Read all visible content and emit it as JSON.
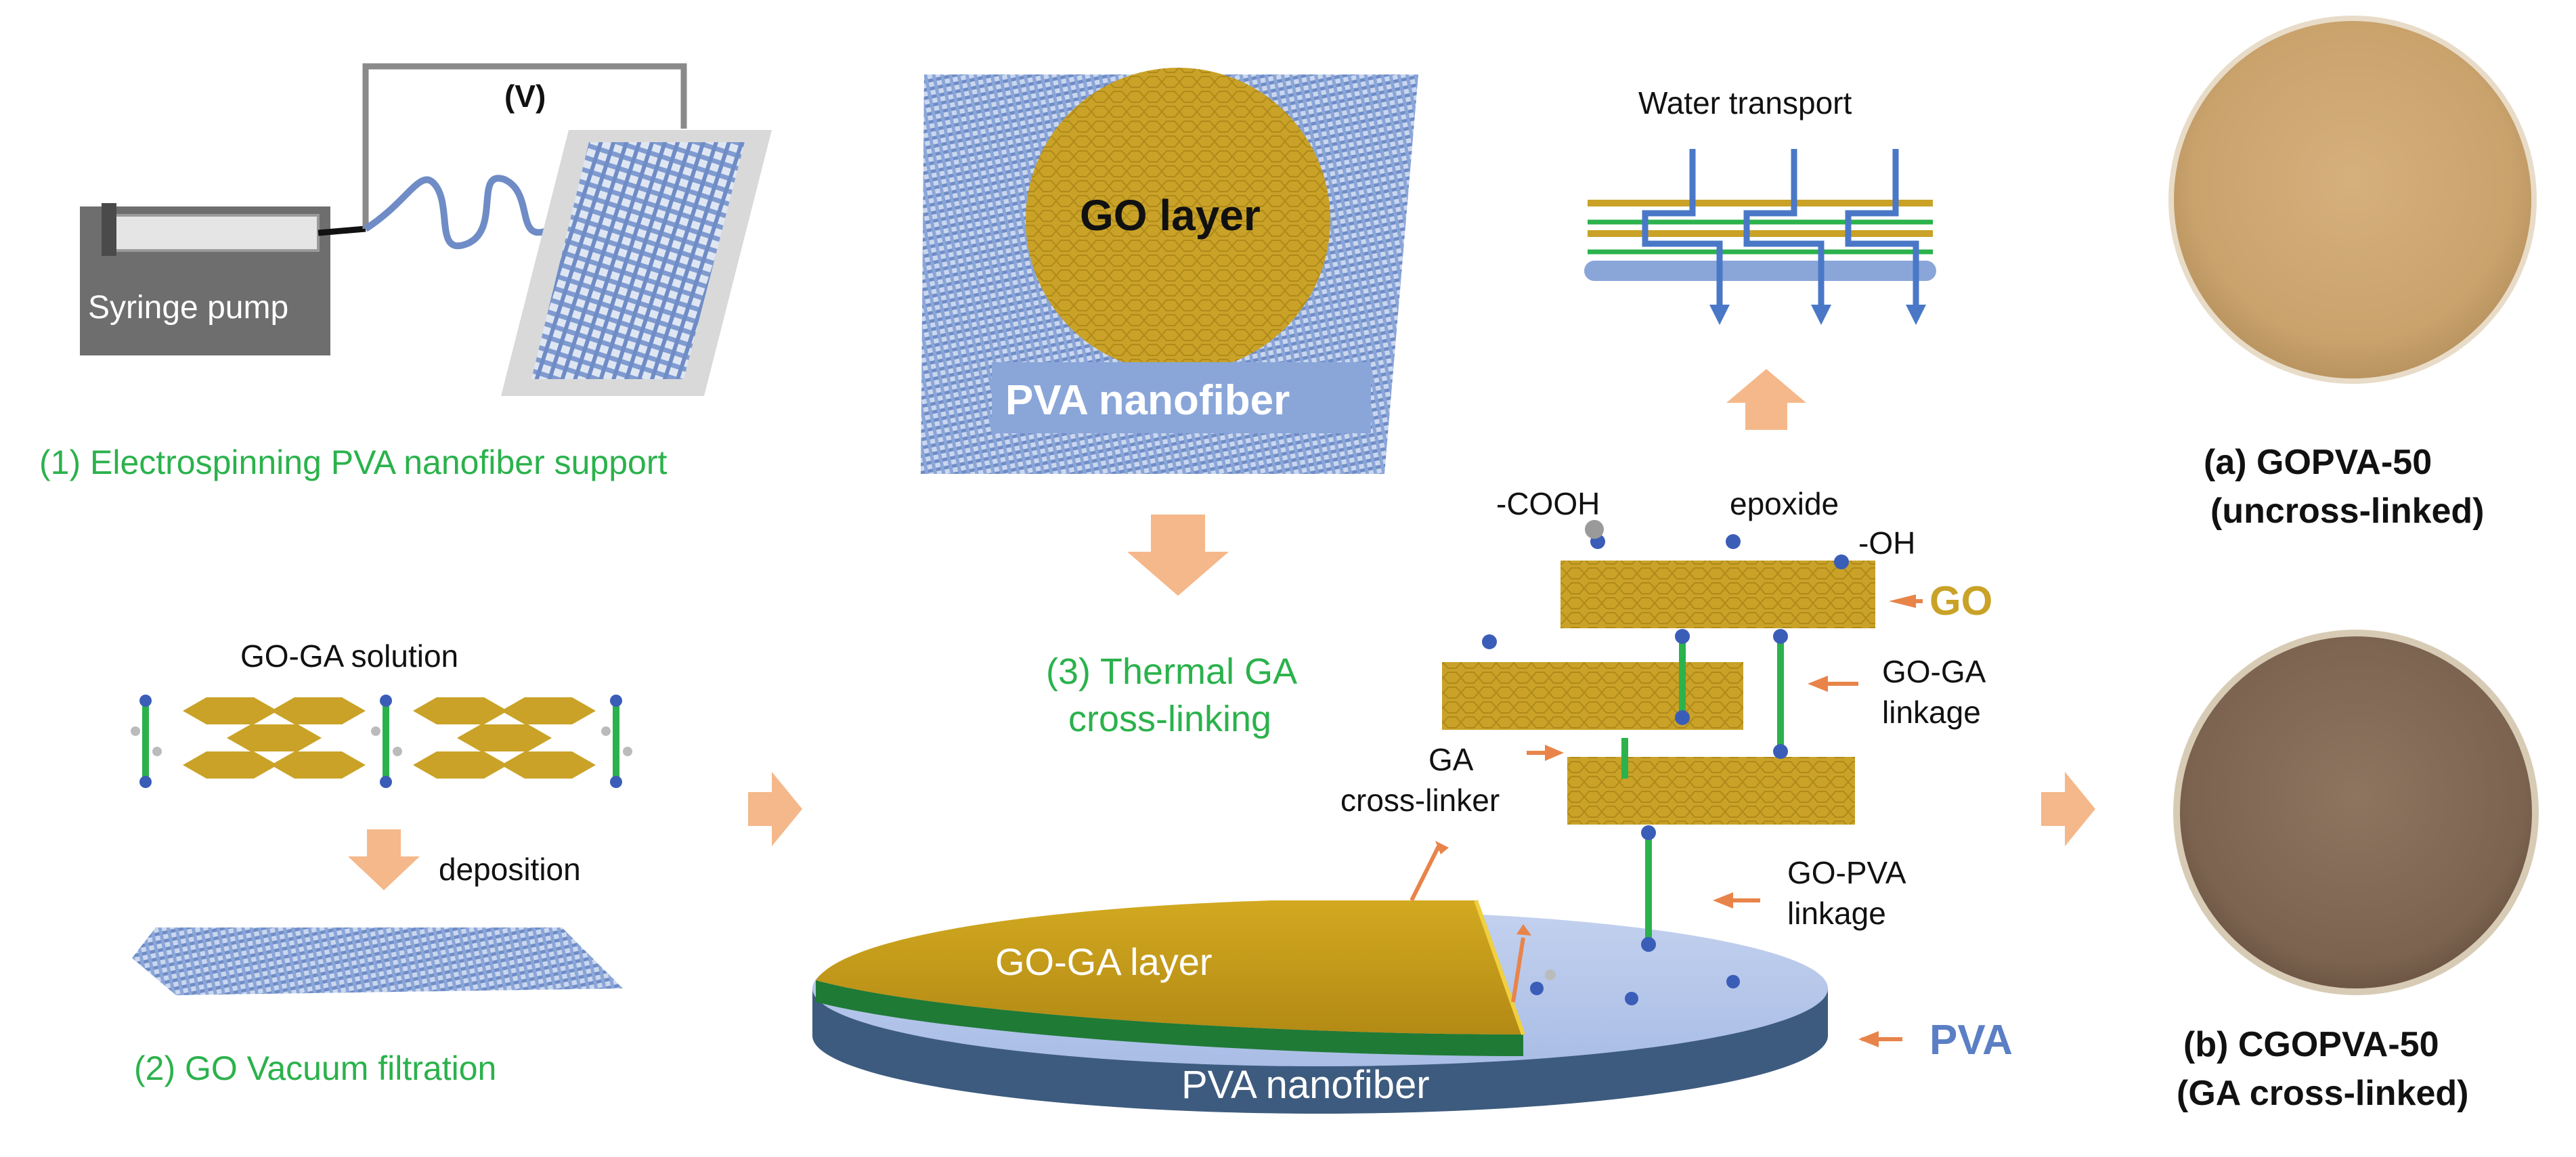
{
  "voltage_label": "(V)",
  "syringe_label": "Syringe pump",
  "step1_label": "(1) Electrospinning PVA nanofiber support",
  "go_layer_label": "GO layer",
  "pva_nanofiber_top_label": "PVA nanofiber",
  "water_transport_label": "Water transport",
  "step3_line1": "(3) Thermal GA",
  "step3_line2": "cross-linking",
  "go_ga_solution_label": "GO-GA solution",
  "deposition_label": "deposition",
  "step2_label": "(2) GO Vacuum filtration",
  "cooh_label": "-COOH",
  "epoxide_label": "epoxide",
  "oh_label": "-OH",
  "go_tag": "GO",
  "go_ga_linkage_line1": "GO-GA",
  "go_ga_linkage_line2": "linkage",
  "ga_crosslinker_line1": "GA",
  "ga_crosslinker_line2": "cross-linker",
  "go_pva_linkage_line1": "GO-PVA",
  "go_pva_linkage_line2": "linkage",
  "go_ga_layer_label": "GO-GA layer",
  "pva_nanofiber_disc_label": "PVA nanofiber",
  "pva_tag": "PVA",
  "sample_a_line1": "(a)  GOPVA-50",
  "sample_a_line2": "(uncross-linked)",
  "sample_b_line1": "(b)  CGOPVA-50",
  "sample_b_line2": "(GA cross-linked)",
  "colors": {
    "go_gold": "#c9a227",
    "pva_blue": "#8aa6d9",
    "arrow_orange": "#f5b88a",
    "step_green": "#2bb24c",
    "pointer_orange": "#e8844a"
  }
}
